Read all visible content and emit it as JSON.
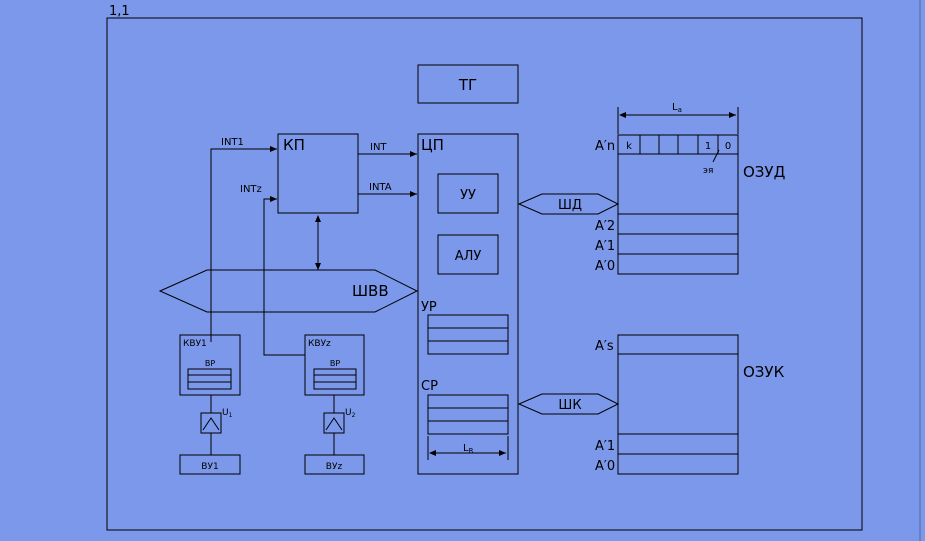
{
  "corner_label": "1,1",
  "blocks": {
    "tg": "ТГ",
    "kp": "КП",
    "cp": "ЦП",
    "uu": "УУ",
    "alu": "АЛУ",
    "ur": "УР",
    "sr": "СР",
    "kvu1": "КВУ1",
    "kvuz": "КВУz",
    "vr": "ВР",
    "vu1": "ВУ1",
    "vuz": "ВУz",
    "ozud": "ОЗУД",
    "ozuk": "ОЗУК"
  },
  "signals": {
    "int1": "INT1",
    "intz": "INTz",
    "int": "INT",
    "inta": "INTA"
  },
  "buses": {
    "shvv": "ШВВ",
    "shd": "ШД",
    "shk": "ШК"
  },
  "ozud_cells": [
    "k",
    "1",
    "0"
  ],
  "labels": {
    "la": "L",
    "la_sub": "a",
    "lr": "L",
    "lr_sub": "R",
    "eya": "эя",
    "u1": "U",
    "u1_sub": "1",
    "u2": "U",
    "u2_sub": "2"
  },
  "addresses": {
    "an": "A′n",
    "a2": "A′2",
    "a1": "A′1",
    "a0": "A′0",
    "as": "A′s",
    "k_a1": "A′1",
    "k_a0": "A′0"
  }
}
